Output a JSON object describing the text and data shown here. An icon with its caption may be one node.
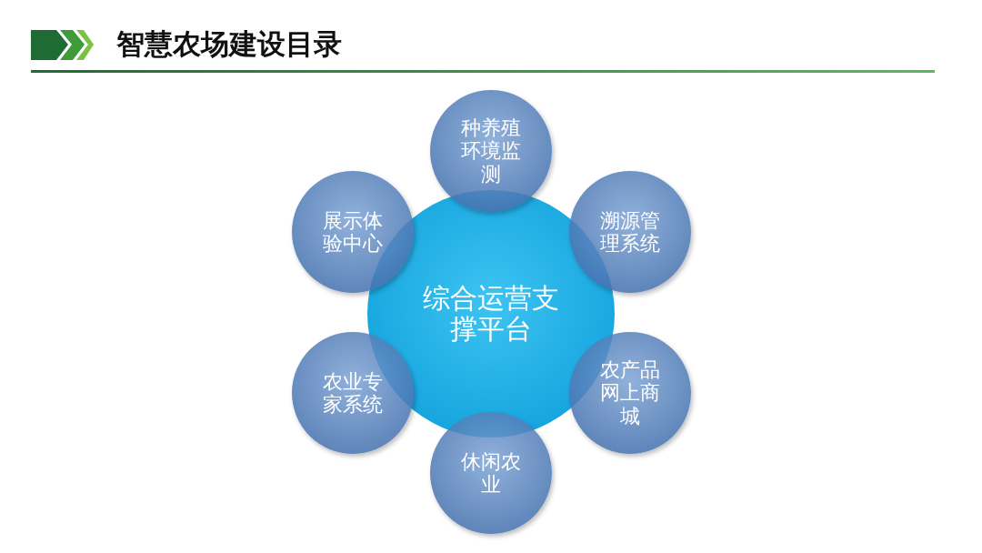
{
  "diagram": {
    "title": "智慧农场建设目录",
    "nodes": [
      {
        "text": [
          "综合运营支撑平台"
        ]
      },
      {
        "text": [
          "种养殖环境监测"
        ]
      },
      {
        "text": [
          "溯源管理系统"
        ]
      },
      {
        "text": [
          "农产品网上商城"
        ]
      },
      {
        "text": [
          "休闲农业"
        ]
      },
      {
        "text": [
          "农业专家系统"
        ]
      },
      {
        "text": [
          "展示体验中心"
        ]
      }
    ]
  }
}
